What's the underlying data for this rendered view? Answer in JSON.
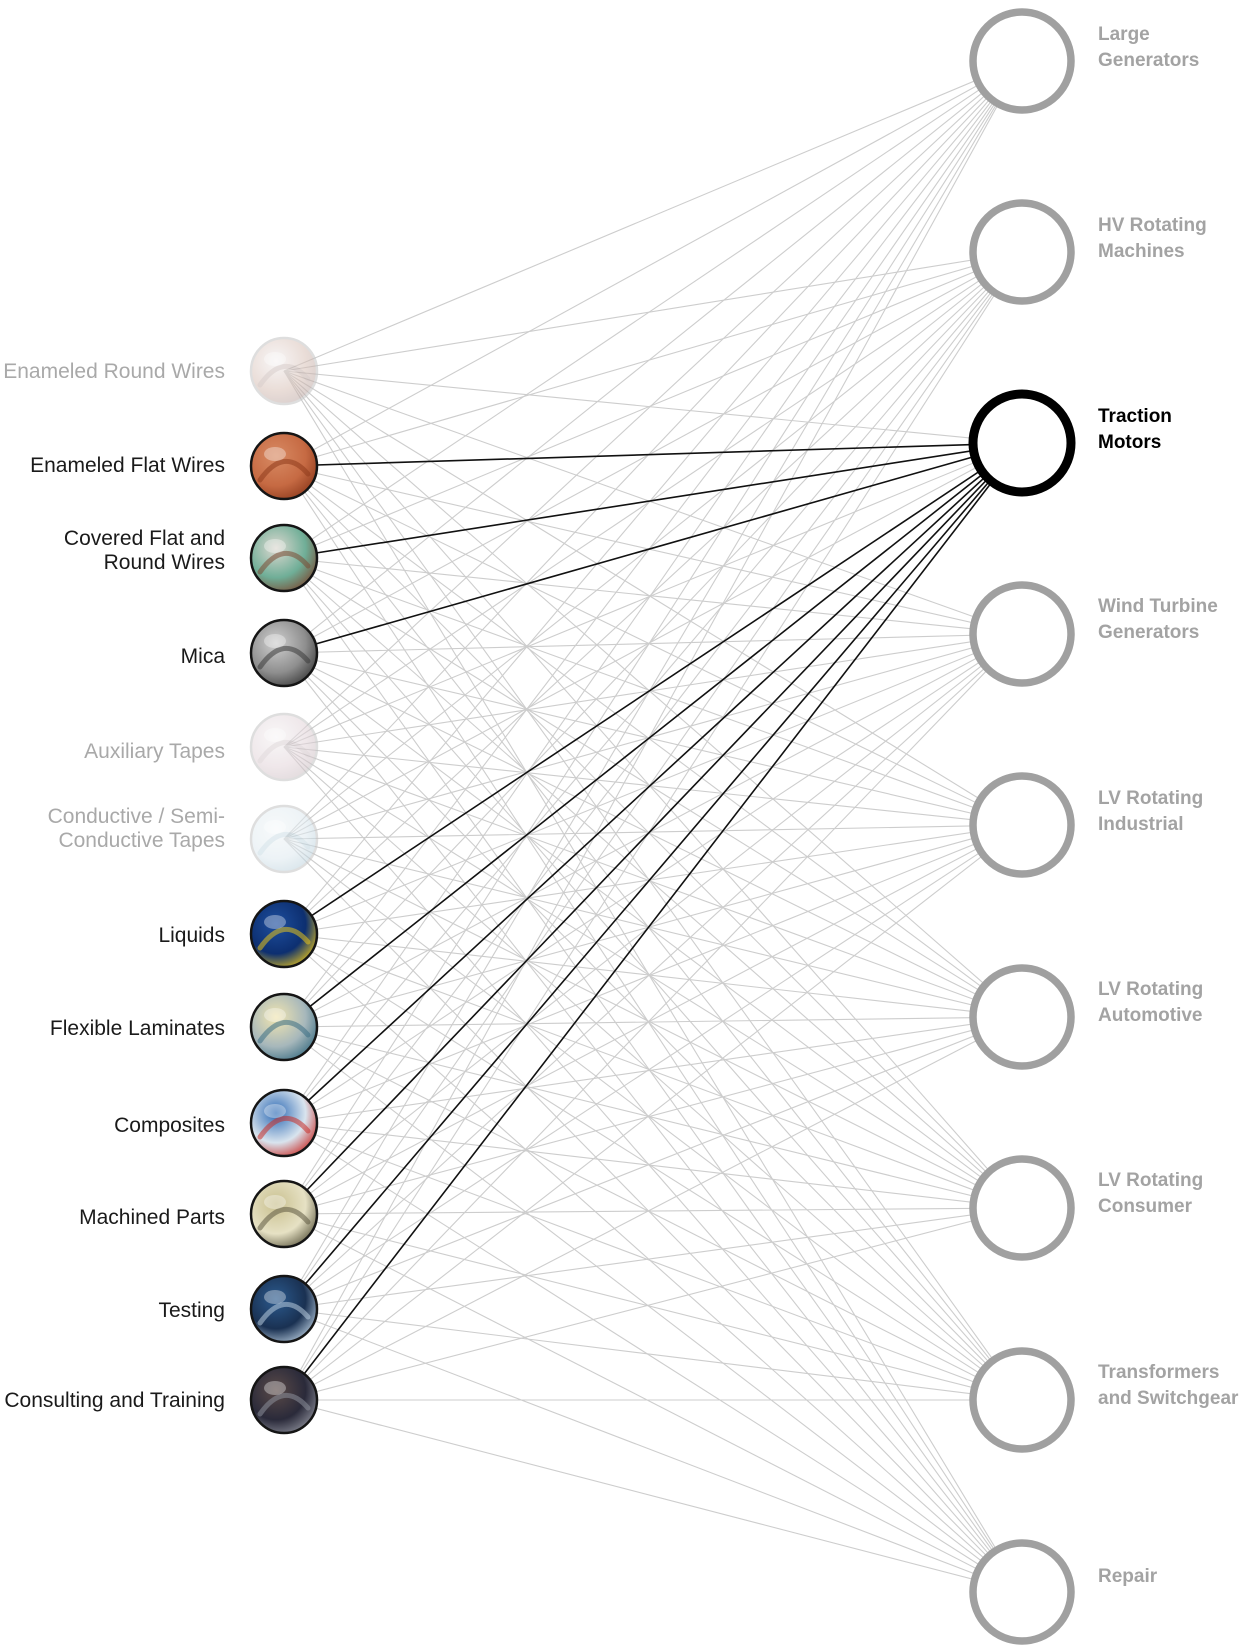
{
  "diagram": {
    "colors": {
      "line_inactive": "#cdcdcd",
      "line_active": "#111111",
      "market_ring_inactive": "#a0a0a0",
      "market_ring_selected": "#000000",
      "product_border": "#151515",
      "product_border_faded": "#c4c4c4"
    },
    "selected_market": "traction-motors",
    "products": [
      {
        "id": "enameled-round-wires",
        "label": "Enameled Round Wires",
        "icon": "enameled-round-wires-icon",
        "active": false,
        "colors": [
          "#f2eeee",
          "#b8a5a3",
          "#d9c2b8"
        ]
      },
      {
        "id": "enameled-flat-wires",
        "label": "Enameled Flat Wires",
        "icon": "enameled-flat-wires-icon",
        "active": true,
        "colors": [
          "#d88a63",
          "#8e3a1c",
          "#c66a43"
        ]
      },
      {
        "id": "covered-flat-round-wires",
        "label": "Covered Flat and\nRound Wires",
        "icon": "covered-wires-icon",
        "active": true,
        "colors": [
          "#ddd8d0",
          "#7a4a33",
          "#6fae97"
        ]
      },
      {
        "id": "mica",
        "label": "Mica",
        "icon": "mica-icon",
        "active": true,
        "colors": [
          "#cfcfcf",
          "#3a3a3a",
          "#8e8e8e"
        ]
      },
      {
        "id": "auxiliary-tapes",
        "label": "Auxiliary Tapes",
        "icon": "auxiliary-tapes-icon",
        "active": false,
        "colors": [
          "#f4f1f2",
          "#c9bcc0",
          "#e3d5da"
        ]
      },
      {
        "id": "conductive-tapes",
        "label": "Conductive / Semi-\nConductive Tapes",
        "icon": "conductive-tapes-icon",
        "active": false,
        "colors": [
          "#f2f6f8",
          "#b5cdd9",
          "#dfeaf0"
        ]
      },
      {
        "id": "liquids",
        "label": "Liquids",
        "icon": "liquids-icon",
        "active": true,
        "colors": [
          "#1d4e9e",
          "#e5c21a",
          "#0d2f70"
        ]
      },
      {
        "id": "flexible-laminates",
        "label": "Flexible Laminates",
        "icon": "flexible-laminates-icon",
        "active": true,
        "colors": [
          "#f1e5b0",
          "#3b6e83",
          "#a6b7bb"
        ]
      },
      {
        "id": "composites",
        "label": "Composites",
        "icon": "composites-icon",
        "active": true,
        "colors": [
          "#2d6ab5",
          "#c92d28",
          "#d9e4ee"
        ]
      },
      {
        "id": "machined-parts",
        "label": "Machined Parts",
        "icon": "machined-parts-icon",
        "active": true,
        "colors": [
          "#c9c08f",
          "#5e5a42",
          "#e6e1c4"
        ]
      },
      {
        "id": "testing",
        "label": "Testing",
        "icon": "testing-icon",
        "active": true,
        "colors": [
          "#2b5a8e",
          "#b8ccde",
          "#1a3152"
        ]
      },
      {
        "id": "consulting-training",
        "label": "Consulting and Training",
        "icon": "consulting-training-icon",
        "active": true,
        "colors": [
          "#5a4a48",
          "#8d8f9a",
          "#2a2a3a"
        ]
      }
    ],
    "markets": [
      {
        "id": "large-generators",
        "label": "Large\nGenerators",
        "selected": false
      },
      {
        "id": "hv-rotating-machines",
        "label": "HV Rotating\nMachines",
        "selected": false
      },
      {
        "id": "traction-motors",
        "label": "Traction\nMotors",
        "selected": true
      },
      {
        "id": "wind-turbine-generators",
        "label": "Wind Turbine\nGenerators",
        "selected": false
      },
      {
        "id": "lv-rotating-industrial",
        "label": "LV Rotating\nIndustrial",
        "selected": false
      },
      {
        "id": "lv-rotating-automotive",
        "label": "LV Rotating\nAutomotive",
        "selected": false
      },
      {
        "id": "lv-rotating-consumer",
        "label": "LV Rotating\nConsumer",
        "selected": false
      },
      {
        "id": "transformers-switchgear",
        "label": "Transformers\nand Switchgear",
        "selected": false
      },
      {
        "id": "repair",
        "label": "Repair",
        "selected": false
      }
    ]
  }
}
